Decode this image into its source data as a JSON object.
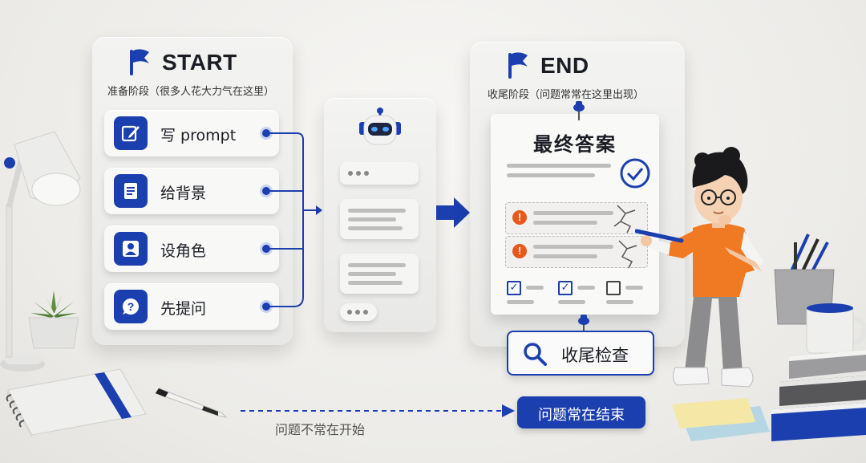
{
  "start": {
    "title": "START",
    "subtitle": "准备阶段（很多人花大力气在这里）",
    "steps": [
      {
        "label": "写 prompt",
        "icon": "edit-icon"
      },
      {
        "label": "给背景",
        "icon": "document-icon"
      },
      {
        "label": "设角色",
        "icon": "user-icon"
      },
      {
        "label": "先提问",
        "icon": "question-icon"
      }
    ]
  },
  "end": {
    "title": "END",
    "subtitle": "收尾阶段（问题常常在这里出现）",
    "sheet_title": "最终答案"
  },
  "check_button": {
    "label": "收尾检查",
    "icon": "search-icon"
  },
  "bottom": {
    "start_note": "问题不常在开始",
    "end_pill": "问题常在结束"
  },
  "colors": {
    "accent": "#1c3fb0",
    "warning": "#e8581c",
    "shirt": "#f07a24"
  }
}
